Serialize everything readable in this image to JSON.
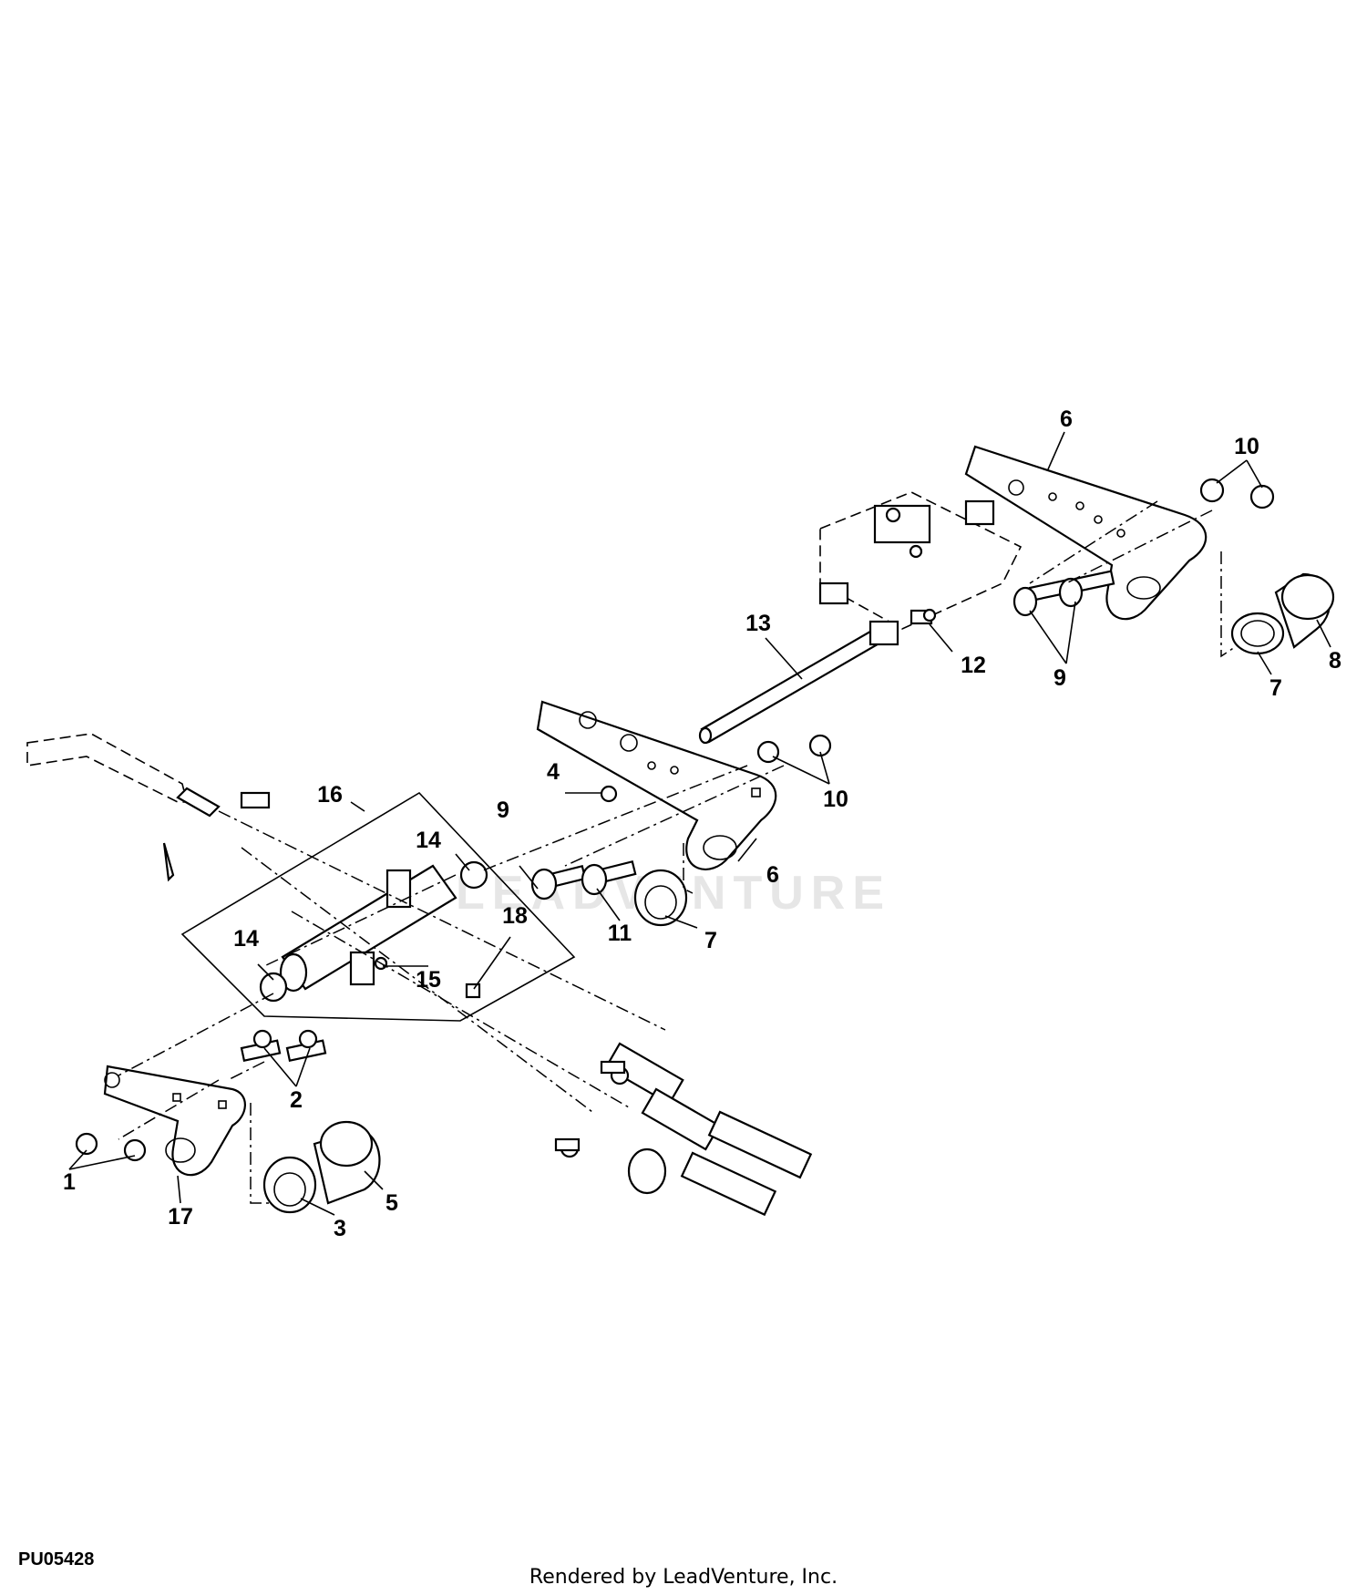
{
  "diagram": {
    "figure_id": "PU05428",
    "footer": "Rendered by LeadVenture, Inc.",
    "watermark": "LEADVENTURE",
    "callouts": {
      "c1": "1",
      "c2": "2",
      "c3": "3",
      "c4": "4",
      "c5": "5",
      "c6a": "6",
      "c6b": "6",
      "c7a": "7",
      "c7b": "7",
      "c8": "8",
      "c9a": "9",
      "c9b": "9",
      "c10a": "10",
      "c10b": "10",
      "c11": "11",
      "c12": "12",
      "c13": "13",
      "c14a": "14",
      "c14b": "14",
      "c15": "15",
      "c16": "16",
      "c17": "17",
      "c18": "18"
    }
  }
}
